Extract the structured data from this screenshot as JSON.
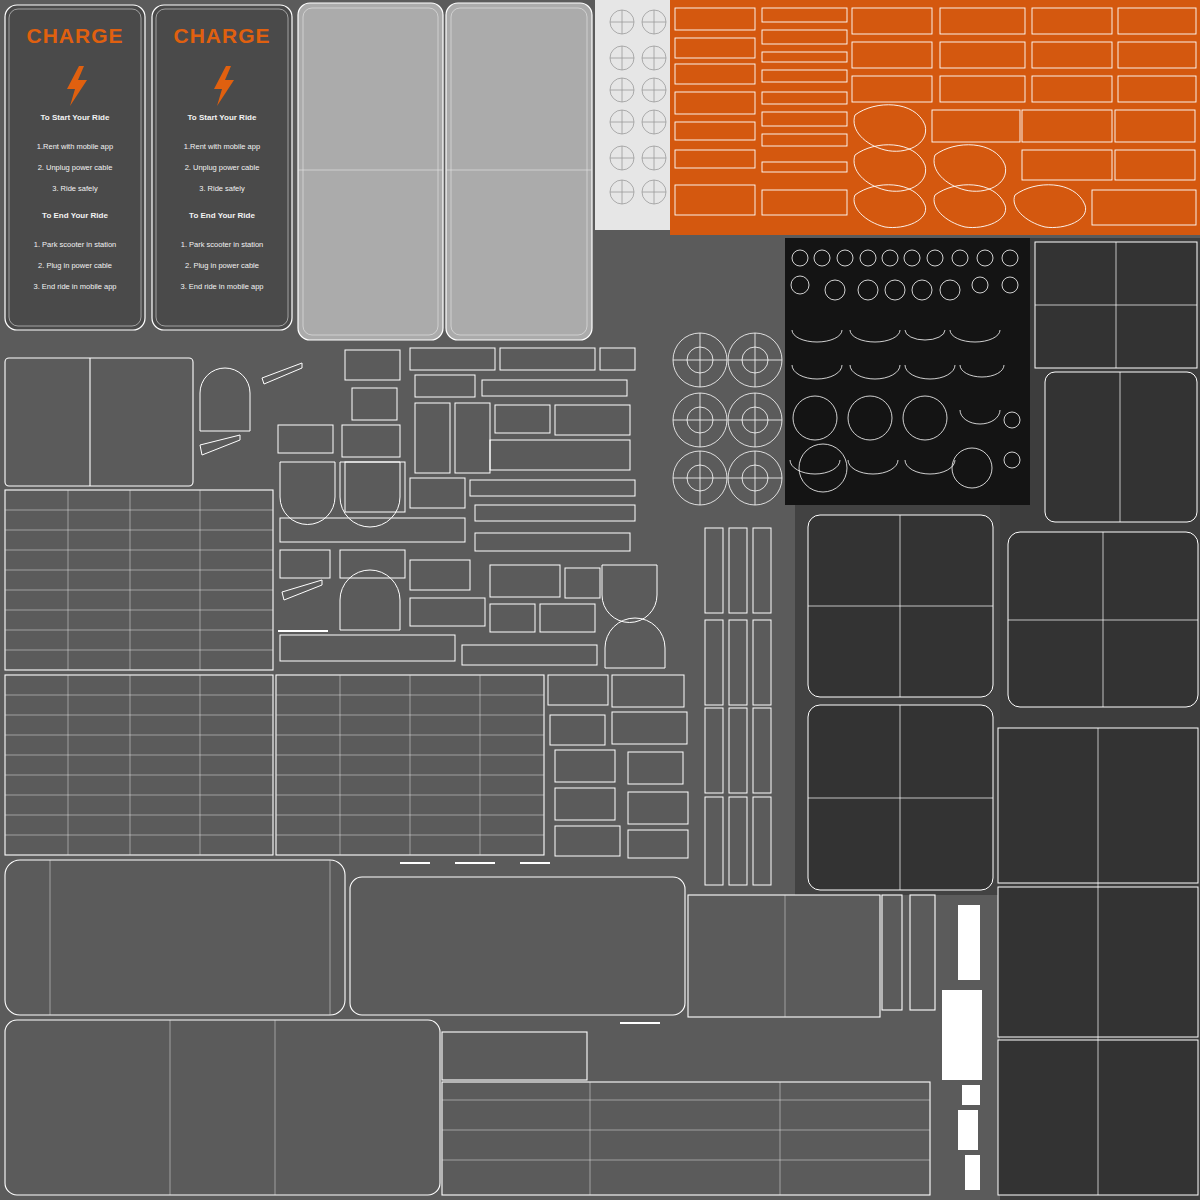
{
  "diagram": {
    "nodes": [
      {
        "text": [
          "CHARGE",
          "To Start Your Ride",
          "1.Rent with mobile app",
          "2. Unplug power cable",
          "3. Ride safely",
          "To End Your Ride",
          "1. Park scooter in station",
          "2. Plug in power cable",
          "3. End ride in mobile app"
        ]
      },
      {
        "text": [
          "CHARGE",
          "To Start Your Ride",
          "1.Rent with mobile app",
          "2. Unplug power cable",
          "3. Ride safely",
          "To End Your Ride",
          "1. Park scooter in station",
          "2. Plug in power cable",
          "3. End ride in mobile app"
        ]
      }
    ]
  }
}
